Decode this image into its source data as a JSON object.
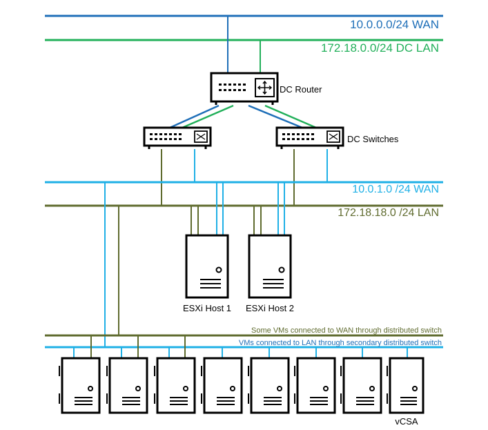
{
  "networks": {
    "wan_top": "10.0.0.0/24 WAN",
    "dc_lan": "172.18.0.0/24 DC LAN",
    "wan_mid": "10.0.1.0 /24 WAN",
    "lan_mid": "172.18.18.0 /24 LAN",
    "vm_wan": "Some VMs connected to WAN through distributed switch",
    "vm_lan": "VMs connected to LAN through secondary distributed switch"
  },
  "devices": {
    "router": "DC Router",
    "switches": "DC Switches",
    "host1": "ESXi Host 1",
    "host2": "ESXi Host 2",
    "vcsa": "vCSA"
  },
  "colors": {
    "wan_dark": "#1f6fb8",
    "dc_green": "#22b05a",
    "wan_light": "#1fb0e6",
    "lan_olive": "#5f6b2e",
    "device_outline": "#000000"
  }
}
